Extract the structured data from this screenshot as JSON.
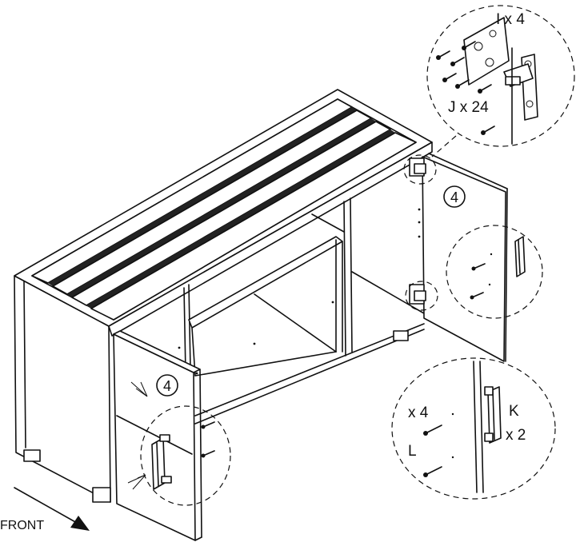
{
  "step_number": "4",
  "labels": {
    "hinge_part": "I x 4",
    "hinge_screw": "J x 24",
    "handle_screw_qty": "x 4",
    "handle_screw_part": "L",
    "handle_part": "K",
    "handle_qty": "x 2",
    "front": "FRONT"
  }
}
